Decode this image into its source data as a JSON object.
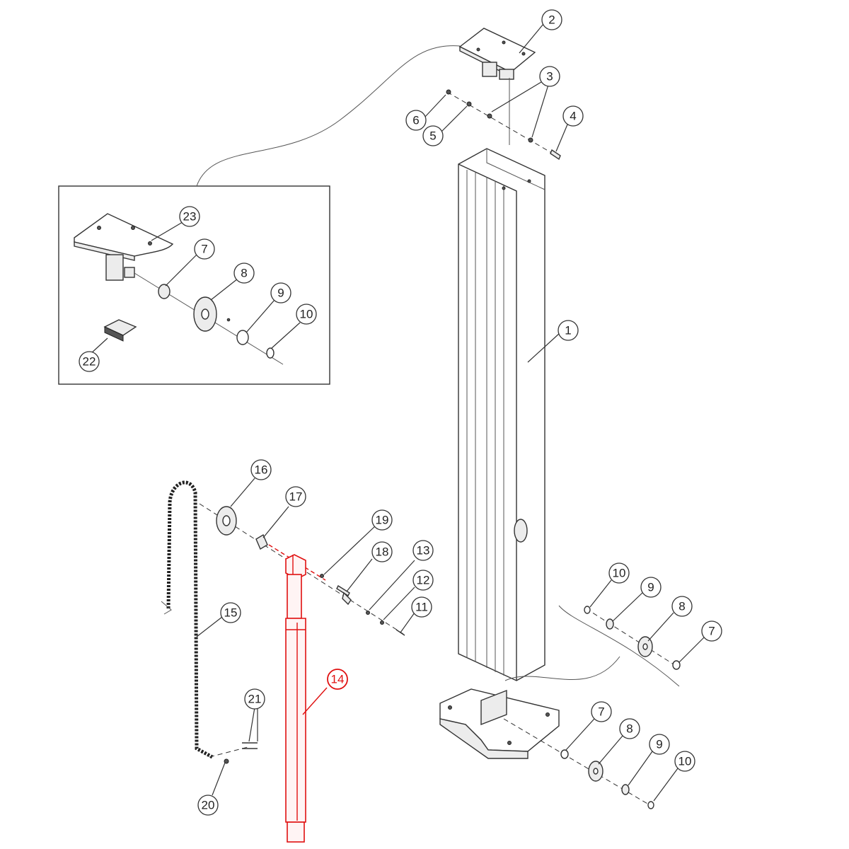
{
  "callouts": [
    {
      "id": "c1",
      "label": "1"
    },
    {
      "id": "c2",
      "label": "2"
    },
    {
      "id": "c3",
      "label": "3"
    },
    {
      "id": "c4",
      "label": "4"
    },
    {
      "id": "c5",
      "label": "5"
    },
    {
      "id": "c6",
      "label": "6"
    },
    {
      "id": "c23",
      "label": "23"
    },
    {
      "id": "c7a",
      "label": "7"
    },
    {
      "id": "c8a",
      "label": "8"
    },
    {
      "id": "c9a",
      "label": "9"
    },
    {
      "id": "c10a",
      "label": "10"
    },
    {
      "id": "c22",
      "label": "22"
    },
    {
      "id": "c16",
      "label": "16"
    },
    {
      "id": "c17",
      "label": "17"
    },
    {
      "id": "c19",
      "label": "19"
    },
    {
      "id": "c18",
      "label": "18"
    },
    {
      "id": "c13",
      "label": "13"
    },
    {
      "id": "c12",
      "label": "12"
    },
    {
      "id": "c11",
      "label": "11"
    },
    {
      "id": "c15",
      "label": "15"
    },
    {
      "id": "c14",
      "label": "14",
      "highlight": true
    },
    {
      "id": "c21",
      "label": "21"
    },
    {
      "id": "c20",
      "label": "20"
    },
    {
      "id": "c10b",
      "label": "10"
    },
    {
      "id": "c9b",
      "label": "9"
    },
    {
      "id": "c8b",
      "label": "8"
    },
    {
      "id": "c7b",
      "label": "7"
    },
    {
      "id": "c7c",
      "label": "7"
    },
    {
      "id": "c8c",
      "label": "8"
    },
    {
      "id": "c9c",
      "label": "9"
    },
    {
      "id": "c10c",
      "label": "10"
    }
  ],
  "colors": {
    "line": "#333333",
    "highlight": "#e01010",
    "background": "#ffffff"
  }
}
